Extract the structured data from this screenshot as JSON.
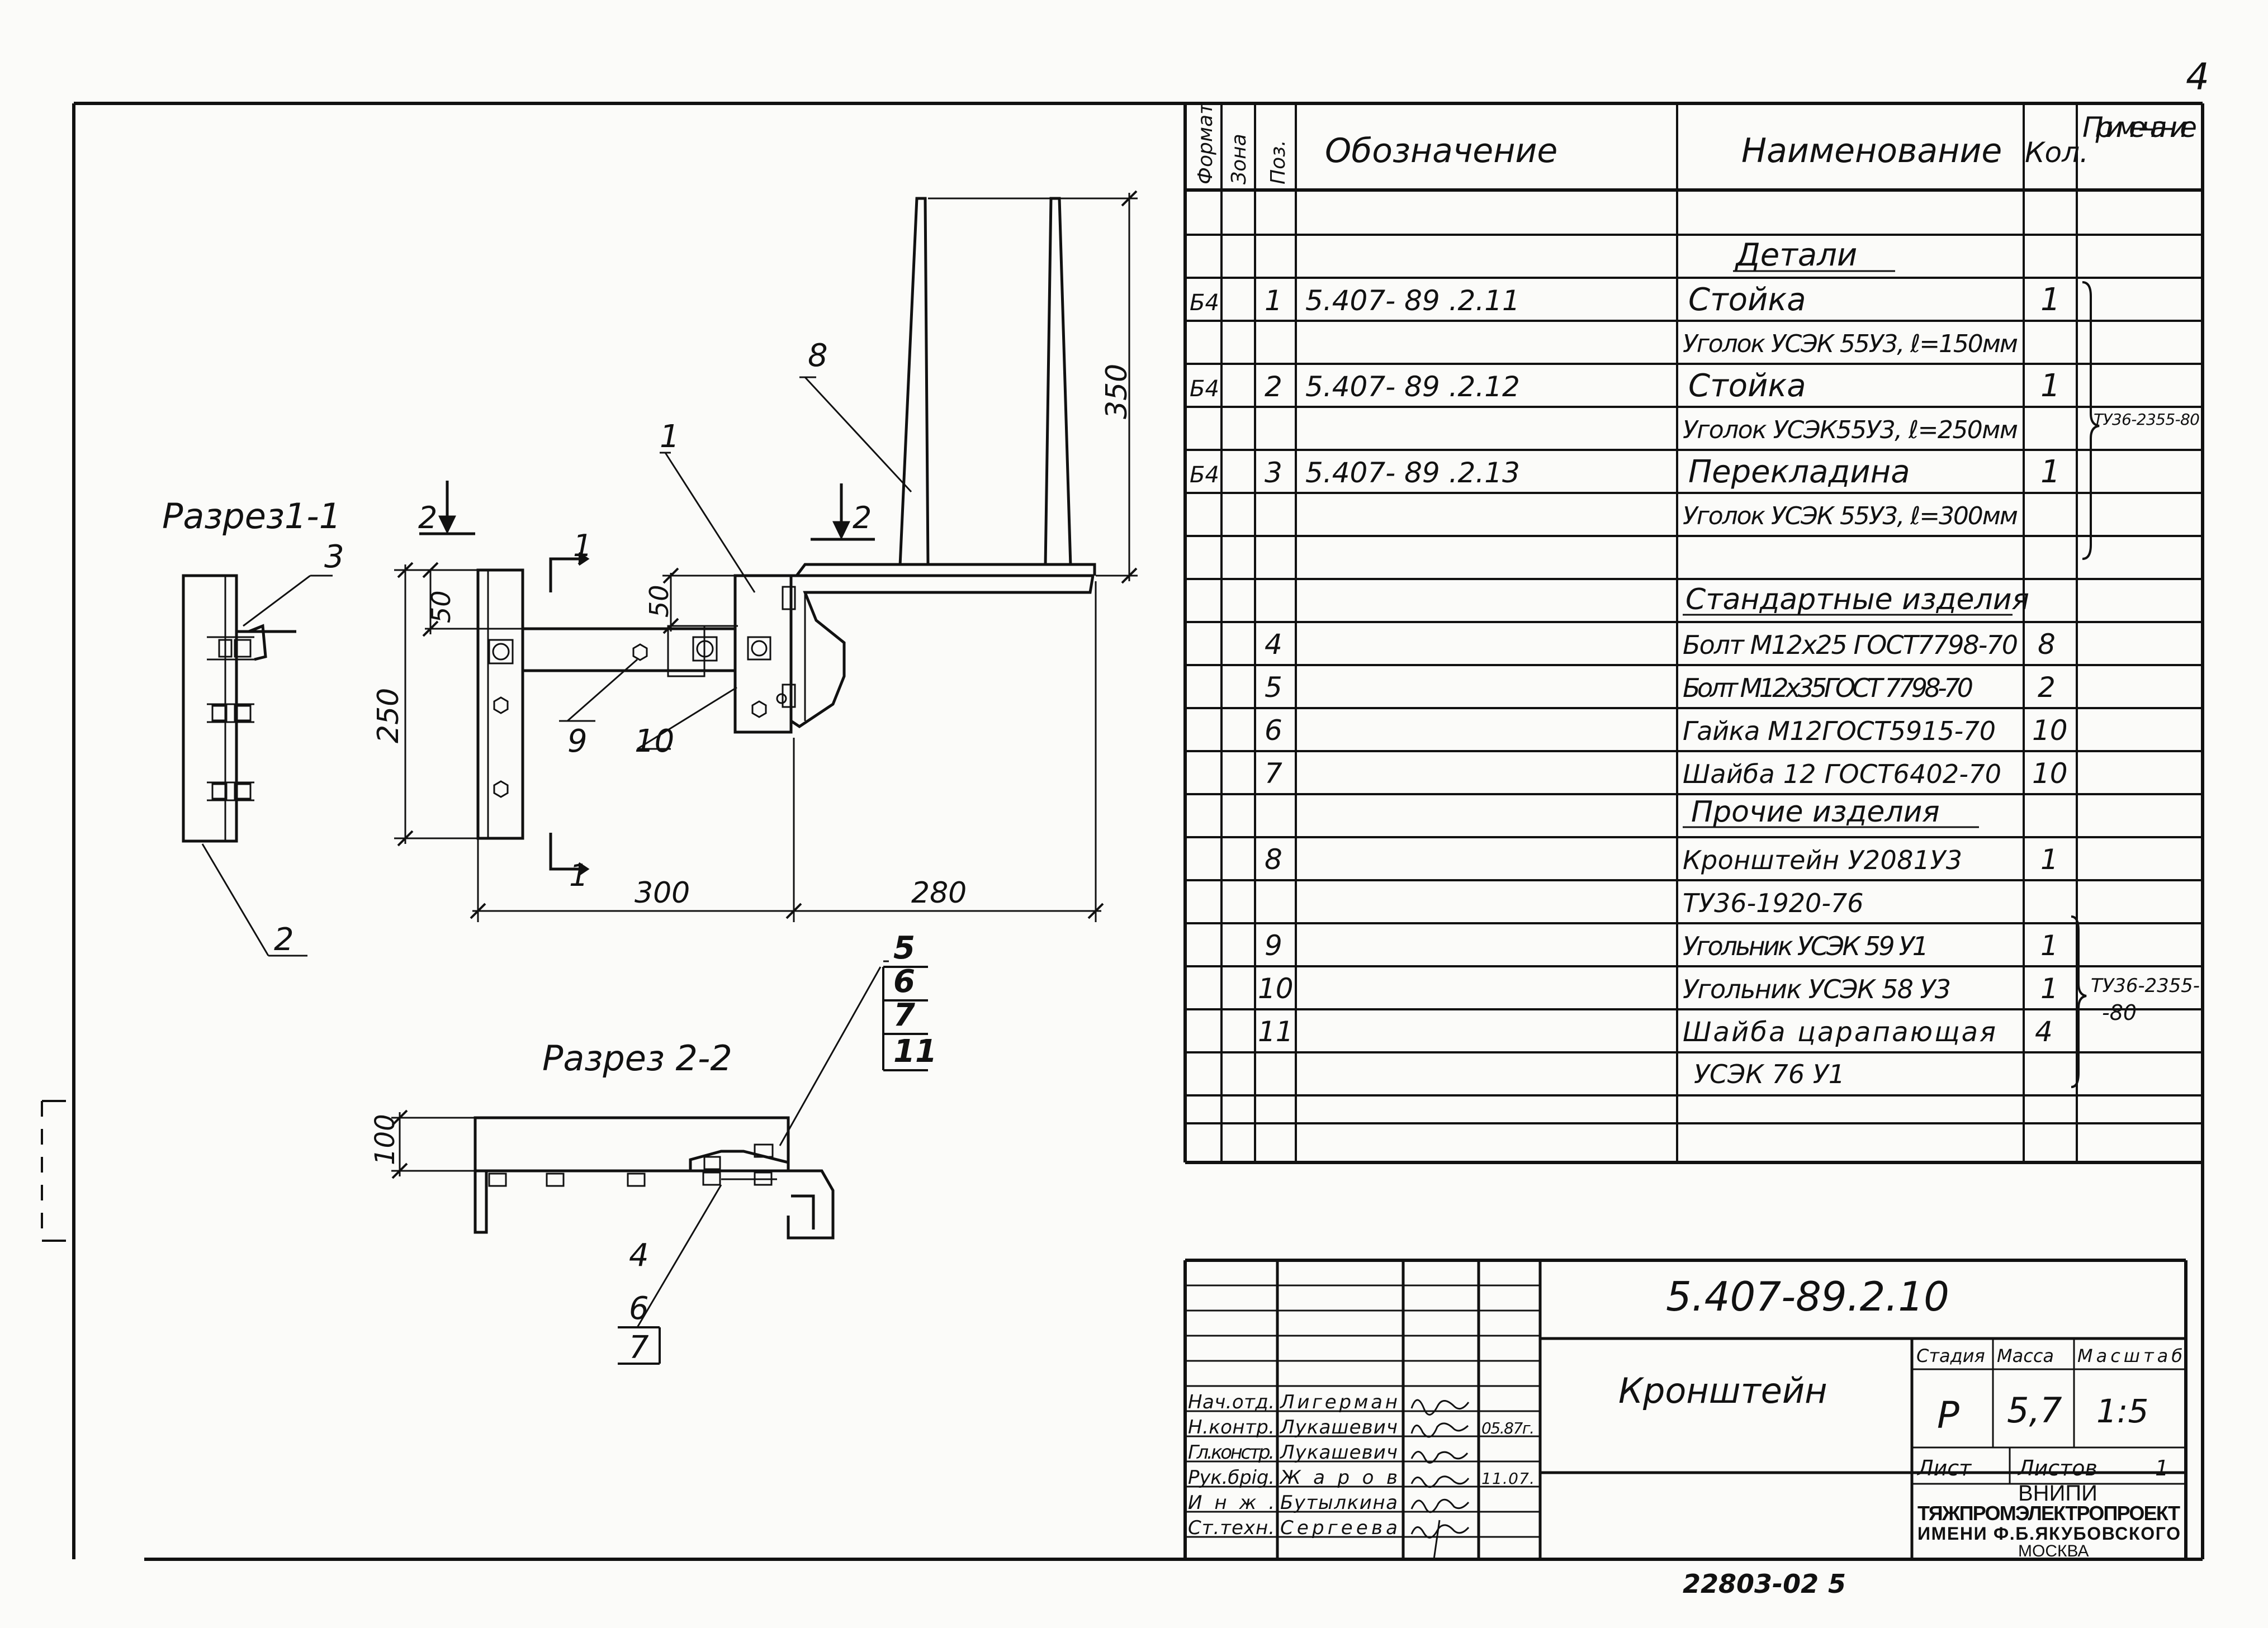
{
  "sheet": {
    "corner_page": "4",
    "footer_code": "22803-02",
    "footer_page": "5"
  },
  "drawing": {
    "section_1": "Разрез1-1",
    "section_2": "Разрез 2-2",
    "callouts": {
      "c1": "1",
      "c2": "2",
      "c3": "3",
      "c8": "8",
      "c9": "9",
      "c10": "10"
    },
    "section_marks": {
      "m1a": "1",
      "m1b": "1",
      "m2a": "2",
      "m2b": "2"
    },
    "dims": {
      "d350": "350",
      "d250": "250",
      "d50a": "50",
      "d50b": "50",
      "d300": "300",
      "d280": "280",
      "d100": "100"
    },
    "callout_stack_a": [
      "5",
      "6",
      "7",
      "11"
    ],
    "callout_stack_b": [
      "4",
      "6",
      "7"
    ]
  },
  "spec": {
    "headers": {
      "format": "Формат",
      "zone": "Зона",
      "pos": "Поз.",
      "designation": "Обозначение",
      "name": "Наименование",
      "qty": "Кол.",
      "note": "Приме- чание"
    },
    "sections": {
      "details": "Детали",
      "standard": "Стандартные изделия",
      "other": "Прочие изделия"
    },
    "rows": {
      "r1": {
        "format": "Б4",
        "pos": "1",
        "designation": "5.407- 89 .2.11",
        "name": "Стойка",
        "qty": "1"
      },
      "r1b": {
        "name": "Уголок УСЭК 55У3, ℓ=150мм"
      },
      "r2": {
        "format": "Б4",
        "pos": "2",
        "designation": "5.407- 89 .2.12",
        "name": "Стойка",
        "qty": "1"
      },
      "r2b": {
        "name": "Уголок УСЭК55У3, ℓ=250мм"
      },
      "r3": {
        "format": "Б4",
        "pos": "3",
        "designation": "5.407- 89 .2.13",
        "name": "Перекладина",
        "qty": "1"
      },
      "r3b": {
        "name": "Уголок УСЭК 55У3, ℓ=300мм"
      },
      "r4": {
        "pos": "4",
        "name": "Болт М12х25 ГОСТ7798-70",
        "qty": "8"
      },
      "r5": {
        "pos": "5",
        "name": "Болт М12х35ГОСТ 7798-70",
        "qty": "2"
      },
      "r6": {
        "pos": "6",
        "name": "Гайка М12ГОСТ5915-70",
        "qty": "10"
      },
      "r7": {
        "pos": "7",
        "name": "Шайба 12 ГОСТ6402-70",
        "qty": "10"
      },
      "r8": {
        "pos": "8",
        "name": "Кронштейн У2081У3",
        "qty": "1"
      },
      "r8b": {
        "name": "ТУ36-1920-76"
      },
      "r9": {
        "pos": "9",
        "name": "Угольник УСЭК 59 У1",
        "qty": "1"
      },
      "r10": {
        "pos": "10",
        "name": "Угольник УСЭК 58 У3",
        "qty": "1"
      },
      "r11": {
        "pos": "11",
        "name": "Шайба царапающая",
        "qty": "4"
      },
      "r11b": {
        "name": "УСЭК 76 У1"
      }
    },
    "note_1": "ТУ36-2355-80",
    "note_2a": "ТУ36-2355-",
    "note_2b": "-80"
  },
  "title_block": {
    "code": "5.407-89.2.10",
    "title": "Кронштейн",
    "stage_label": "Стадия",
    "mass_label": "Масса",
    "scale_label": "Масштаб",
    "stage": "Р",
    "mass": "5,7",
    "scale": "1:5",
    "sheet_label": "Лист",
    "sheets_label": "Листов",
    "sheets": "1",
    "org1": "ВНИПИ",
    "org2": "ТЯЖПРОМЭЛЕКТРОПРОЕКТ",
    "org3": "ИМЕНИ Ф.Б.ЯКУБОВСКОГО",
    "org4": "МОСКВА",
    "signers": [
      {
        "role": "Нач.отд.",
        "name": "Лигерман",
        "date": ""
      },
      {
        "role": "Н.контр.",
        "name": "Лукашевич",
        "date": "05.87г."
      },
      {
        "role": "Гл.констр.",
        "name": "Лукашевич",
        "date": ""
      },
      {
        "role": "Рук.брig.",
        "name": "Жаров",
        "date": "11.07."
      },
      {
        "role": "Инж.",
        "name": "Бутылкина",
        "date": ""
      },
      {
        "role": "Ст.техн.",
        "name": "Сергеева",
        "date": ""
      }
    ]
  }
}
